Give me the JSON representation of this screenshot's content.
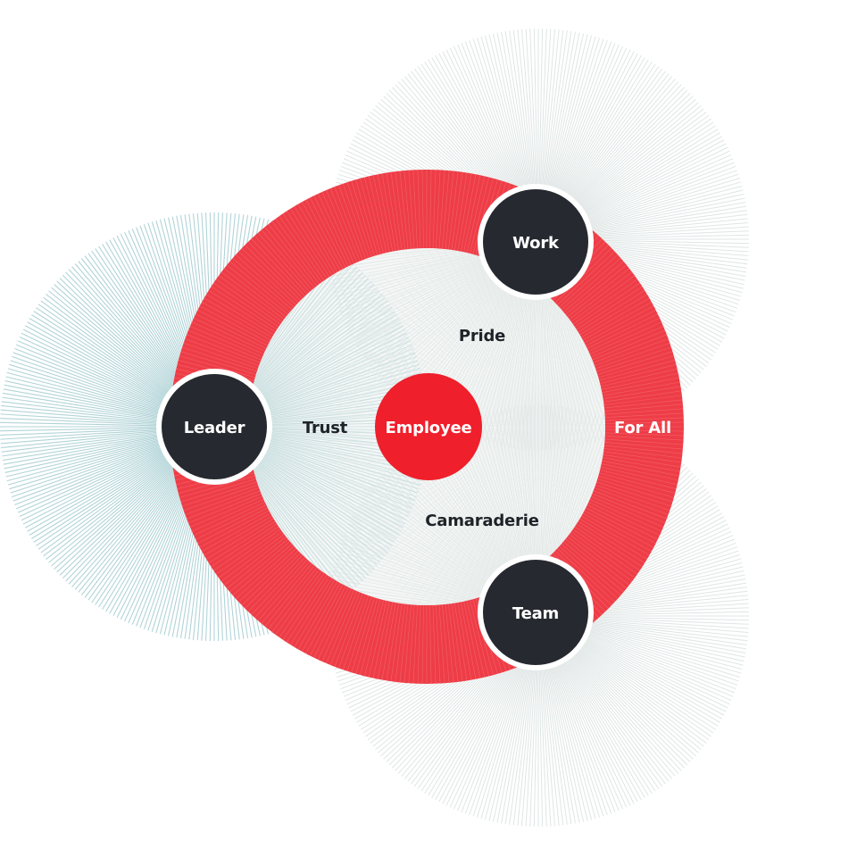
{
  "colors": {
    "background": "#ffffff",
    "ring_red": "#ee3d47",
    "center_red": "#ef1f2b",
    "node_dark": "#262a30",
    "node_border": "#ffffff",
    "burst_teal": "#a9cfd3",
    "burst_gray": "#d9e1e0",
    "inner_fill": "#edf0ef",
    "label_dark": "#1f2328",
    "label_light": "#ffffff"
  },
  "center": {
    "label": "Employee",
    "icon": "employee-circle"
  },
  "nodes": [
    {
      "id": "work",
      "label": "Work"
    },
    {
      "id": "leader",
      "label": "Leader"
    },
    {
      "id": "team",
      "label": "Team"
    }
  ],
  "regions": {
    "pride": "Pride",
    "trust": "Trust",
    "camaraderie": "Camaraderie",
    "for_all": "For All"
  }
}
